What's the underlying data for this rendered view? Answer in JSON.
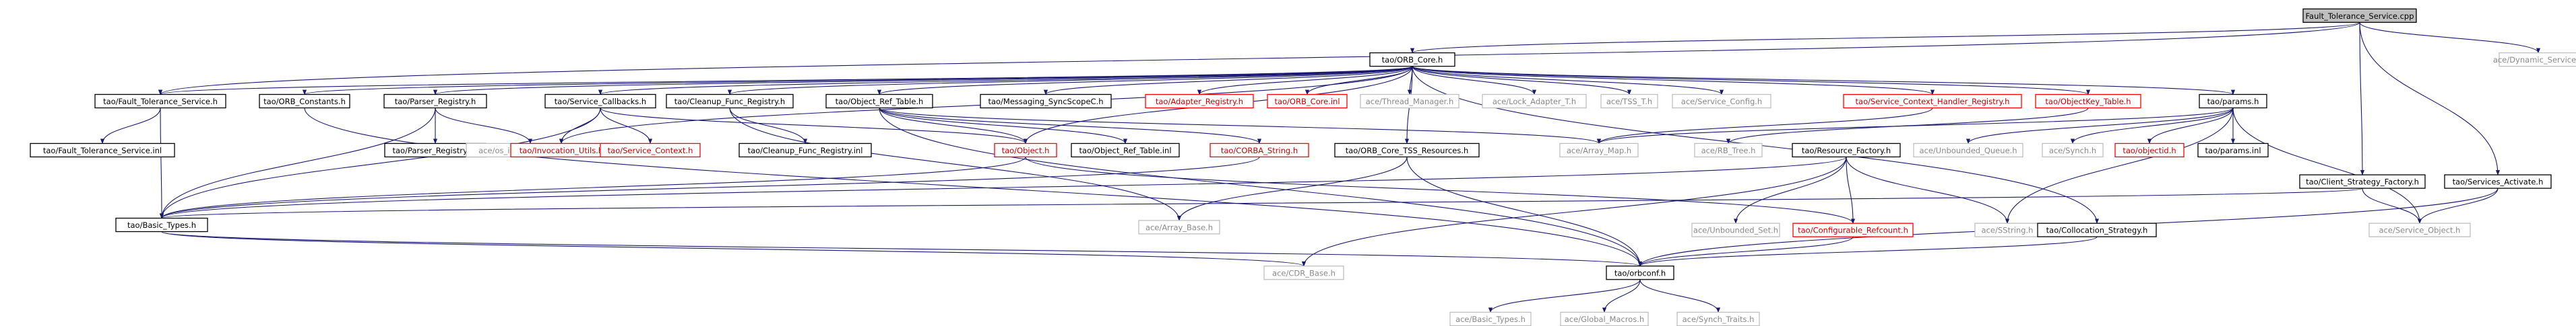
{
  "colors": {
    "edge": "#191970",
    "border_normal": "#000000",
    "border_truncated": "#ff0000",
    "text_normal": "#000000",
    "text_system": "#8a8a8a",
    "text_truncated": "#cc0000",
    "root_fill": "#bfbfbf",
    "node_fill": "#ffffff"
  },
  "nodes": [
    {
      "id": "root",
      "label": "Fault_Tolerance_Service.cpp",
      "style": "root"
    },
    {
      "id": "orbcore",
      "label": "tao/ORB_Core.h",
      "style": "normal"
    },
    {
      "id": "dynsvc",
      "label": "ace/Dynamic_Service.h",
      "style": "system"
    },
    {
      "id": "ftsh",
      "label": "tao/Fault_Tolerance_Service.h",
      "style": "normal"
    },
    {
      "id": "ftsinl",
      "label": "tao/Fault_Tolerance_Service.inl",
      "style": "normal"
    },
    {
      "id": "orbconst",
      "label": "tao/ORB_Constants.h",
      "style": "normal"
    },
    {
      "id": "parsreg",
      "label": "tao/Parser_Registry.h",
      "style": "normal"
    },
    {
      "id": "parsreginl",
      "label": "tao/Parser_Registry.inl",
      "style": "normal"
    },
    {
      "id": "stddef",
      "label": "ace/os_include/os_stddef.h",
      "style": "system"
    },
    {
      "id": "svccb",
      "label": "tao/Service_Callbacks.h",
      "style": "normal"
    },
    {
      "id": "invutils",
      "label": "tao/Invocation_Utils.h",
      "style": "truncated"
    },
    {
      "id": "svcctx",
      "label": "tao/Service_Context.h",
      "style": "truncated"
    },
    {
      "id": "cleanreg",
      "label": "tao/Cleanup_Func_Registry.h",
      "style": "normal"
    },
    {
      "id": "cleanreginl",
      "label": "tao/Cleanup_Func_Registry.inl",
      "style": "normal"
    },
    {
      "id": "objreftab",
      "label": "tao/Object_Ref_Table.h",
      "style": "normal"
    },
    {
      "id": "object",
      "label": "tao/Object.h",
      "style": "truncated"
    },
    {
      "id": "objreftabinl",
      "label": "tao/Object_Ref_Table.inl",
      "style": "normal"
    },
    {
      "id": "corbastr",
      "label": "tao/CORBA_String.h",
      "style": "truncated"
    },
    {
      "id": "msgsync",
      "label": "tao/Messaging_SyncScopeC.h",
      "style": "normal"
    },
    {
      "id": "tssres",
      "label": "tao/ORB_Core_TSS_Resources.h",
      "style": "normal"
    },
    {
      "id": "adapreg",
      "label": "tao/Adapter_Registry.h",
      "style": "truncated"
    },
    {
      "id": "orbcoreinl",
      "label": "tao/ORB_Core.inl",
      "style": "truncated"
    },
    {
      "id": "thrmgr",
      "label": "ace/Thread_Manager.h",
      "style": "system"
    },
    {
      "id": "lockadapt",
      "label": "ace/Lock_Adapter_T.h",
      "style": "system"
    },
    {
      "id": "tsst",
      "label": "ace/TSS_T.h",
      "style": "system"
    },
    {
      "id": "svccfg",
      "label": "ace/Service_Config.h",
      "style": "system"
    },
    {
      "id": "scxreg",
      "label": "tao/Service_Context_Handler_Registry.h",
      "style": "truncated"
    },
    {
      "id": "objkeytab",
      "label": "tao/ObjectKey_Table.h",
      "style": "truncated"
    },
    {
      "id": "params",
      "label": "tao/params.h",
      "style": "normal"
    },
    {
      "id": "arraymap",
      "label": "ace/Array_Map.h",
      "style": "system"
    },
    {
      "id": "rbtree",
      "label": "ace/RB_Tree.h",
      "style": "system"
    },
    {
      "id": "resfact",
      "label": "tao/Resource_Factory.h",
      "style": "normal"
    },
    {
      "id": "unbq",
      "label": "ace/Unbounded_Queue.h",
      "style": "system"
    },
    {
      "id": "synch",
      "label": "ace/Synch.h",
      "style": "system"
    },
    {
      "id": "objectid",
      "label": "tao/objectid.h",
      "style": "truncated"
    },
    {
      "id": "paramsinl",
      "label": "tao/params.inl",
      "style": "normal"
    },
    {
      "id": "clientstrat",
      "label": "tao/Client_Strategy_Factory.h",
      "style": "normal"
    },
    {
      "id": "svcact",
      "label": "tao/Services_Activate.h",
      "style": "normal"
    },
    {
      "id": "basictypes",
      "label": "tao/Basic_Types.h",
      "style": "normal"
    },
    {
      "id": "arraybase",
      "label": "ace/Array_Base.h",
      "style": "system"
    },
    {
      "id": "unbset",
      "label": "ace/Unbounded_Set.h",
      "style": "system"
    },
    {
      "id": "confref",
      "label": "tao/Configurable_Refcount.h",
      "style": "truncated"
    },
    {
      "id": "sstring",
      "label": "ace/SString.h",
      "style": "system"
    },
    {
      "id": "collstrat",
      "label": "tao/Collocation_Strategy.h",
      "style": "normal"
    },
    {
      "id": "svcobj",
      "label": "ace/Service_Object.h",
      "style": "system"
    },
    {
      "id": "cdrbase",
      "label": "ace/CDR_Base.h",
      "style": "system"
    },
    {
      "id": "orbconf",
      "label": "tao/orbconf.h",
      "style": "normal"
    },
    {
      "id": "acebasic",
      "label": "ace/Basic_Types.h",
      "style": "system"
    },
    {
      "id": "globmac",
      "label": "ace/Global_Macros.h",
      "style": "system"
    },
    {
      "id": "synchtr",
      "label": "ace/Synch_Traits.h",
      "style": "system"
    }
  ],
  "edges": [
    [
      "root",
      "orbcore"
    ],
    [
      "root",
      "dynsvc"
    ],
    [
      "root",
      "ftsh"
    ],
    [
      "root",
      "clientstrat"
    ],
    [
      "root",
      "svcact"
    ],
    [
      "orbcore",
      "ftsh"
    ],
    [
      "orbcore",
      "orbconst"
    ],
    [
      "orbcore",
      "parsreg"
    ],
    [
      "orbcore",
      "svccb"
    ],
    [
      "orbcore",
      "cleanreg"
    ],
    [
      "orbcore",
      "objreftab"
    ],
    [
      "orbcore",
      "msgsync"
    ],
    [
      "orbcore",
      "adapreg"
    ],
    [
      "orbcore",
      "orbcoreinl"
    ],
    [
      "orbcore",
      "thrmgr"
    ],
    [
      "orbcore",
      "lockadapt"
    ],
    [
      "orbcore",
      "tsst"
    ],
    [
      "orbcore",
      "svccfg"
    ],
    [
      "orbcore",
      "scxreg"
    ],
    [
      "orbcore",
      "objkeytab"
    ],
    [
      "orbcore",
      "params"
    ],
    [
      "orbcore",
      "tssres"
    ],
    [
      "orbcore",
      "invutils"
    ],
    [
      "orbcore",
      "object"
    ],
    [
      "orbcore",
      "collstrat"
    ],
    [
      "ftsh",
      "ftsinl"
    ],
    [
      "ftsh",
      "basictypes"
    ],
    [
      "orbconst",
      "orbconf"
    ],
    [
      "parsreg",
      "parsreginl"
    ],
    [
      "parsreg",
      "stddef"
    ],
    [
      "parsreg",
      "basictypes"
    ],
    [
      "svccb",
      "invutils"
    ],
    [
      "svccb",
      "svcctx"
    ],
    [
      "svccb",
      "object"
    ],
    [
      "svccb",
      "basictypes"
    ],
    [
      "cleanreg",
      "cleanreginl"
    ],
    [
      "cleanreg",
      "arraybase"
    ],
    [
      "objreftab",
      "object"
    ],
    [
      "objreftab",
      "objreftabinl"
    ],
    [
      "objreftab",
      "corbastr"
    ],
    [
      "objreftab",
      "arraymap"
    ],
    [
      "objreftab",
      "orbconf"
    ],
    [
      "object",
      "basictypes"
    ],
    [
      "object",
      "confref"
    ],
    [
      "corbastr",
      "basictypes"
    ],
    [
      "tssres",
      "arraybase"
    ],
    [
      "tssres",
      "orbconf"
    ],
    [
      "scxreg",
      "arraymap"
    ],
    [
      "objkeytab",
      "rbtree"
    ],
    [
      "params",
      "arraymap"
    ],
    [
      "params",
      "unbq"
    ],
    [
      "params",
      "synch"
    ],
    [
      "params",
      "objectid"
    ],
    [
      "params",
      "paramsinl"
    ],
    [
      "params",
      "sstring"
    ],
    [
      "params",
      "svcobj"
    ],
    [
      "resfact",
      "basictypes"
    ],
    [
      "resfact",
      "unbset"
    ],
    [
      "resfact",
      "confref"
    ],
    [
      "resfact",
      "sstring"
    ],
    [
      "resfact",
      "cdrbase"
    ],
    [
      "clientstrat",
      "svcobj"
    ],
    [
      "clientstrat",
      "basictypes"
    ],
    [
      "svcact",
      "svcobj"
    ],
    [
      "svcact",
      "orbconf"
    ],
    [
      "basictypes",
      "cdrbase"
    ],
    [
      "basictypes",
      "orbconf"
    ],
    [
      "confref",
      "orbconf"
    ],
    [
      "collstrat",
      "orbconf"
    ],
    [
      "orbconf",
      "acebasic"
    ],
    [
      "orbconf",
      "globmac"
    ],
    [
      "orbconf",
      "synchtr"
    ]
  ]
}
